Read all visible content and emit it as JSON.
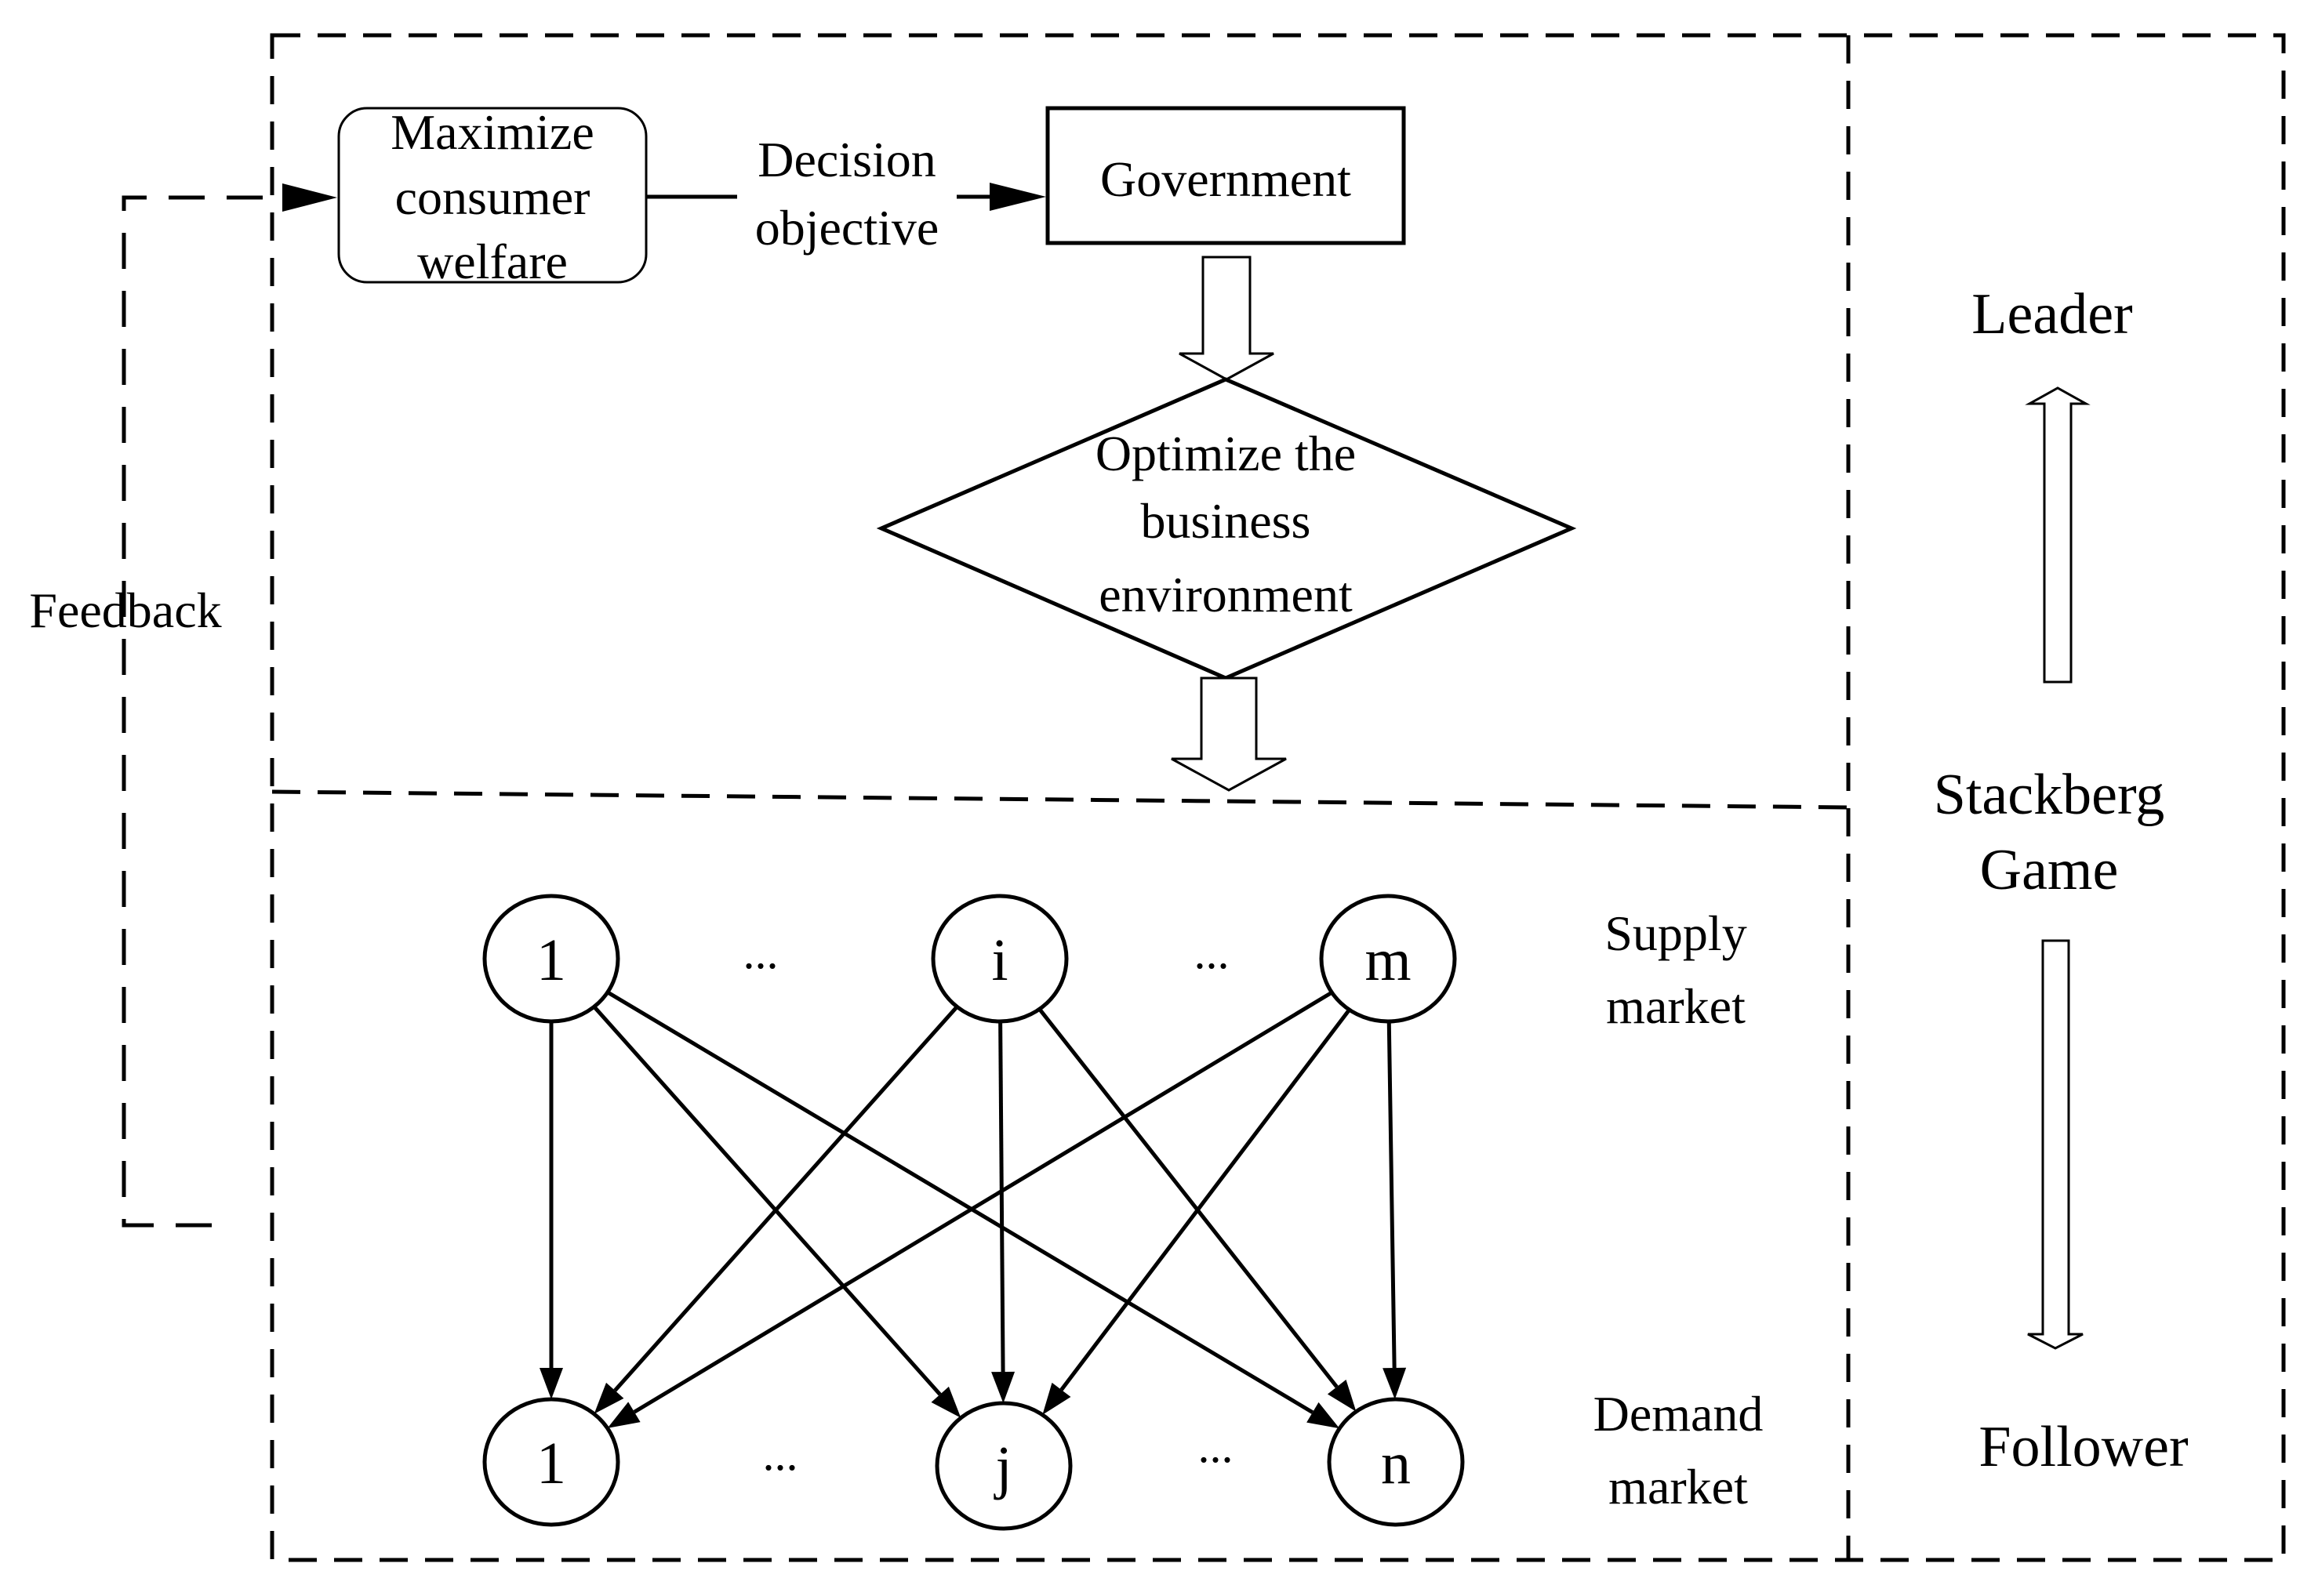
{
  "objective_box": {
    "lines": [
      "Maximize",
      "consumer",
      "welfare"
    ]
  },
  "decision_label": {
    "lines": [
      "Decision",
      "objective"
    ]
  },
  "government_box": {
    "label": "Government"
  },
  "optimize_diamond": {
    "lines": [
      "Optimize the",
      "business",
      "environment"
    ]
  },
  "feedback_label": "Feedback",
  "stackelberg": {
    "leader": "Leader",
    "title_lines": [
      "Stackberg",
      "Game"
    ],
    "follower": "Follower"
  },
  "supply_market": {
    "label_lines": [
      "Supply",
      "market"
    ],
    "nodes": [
      {
        "id": "s1",
        "label": "1"
      },
      {
        "id": "si",
        "label": "i"
      },
      {
        "id": "sm",
        "label": "m"
      }
    ],
    "ellipses": [
      "...",
      "..."
    ]
  },
  "demand_market": {
    "label_lines": [
      "Demand",
      "market"
    ],
    "nodes": [
      {
        "id": "d1",
        "label": "1"
      },
      {
        "id": "dj",
        "label": "j"
      },
      {
        "id": "dn",
        "label": "n"
      }
    ],
    "ellipses": [
      "...",
      "..."
    ]
  },
  "edges": [
    {
      "from": "s1",
      "to": "d1"
    },
    {
      "from": "s1",
      "to": "dj"
    },
    {
      "from": "s1",
      "to": "dn"
    },
    {
      "from": "si",
      "to": "d1"
    },
    {
      "from": "si",
      "to": "dj"
    },
    {
      "from": "si",
      "to": "dn"
    },
    {
      "from": "sm",
      "to": "d1"
    },
    {
      "from": "sm",
      "to": "dj"
    },
    {
      "from": "sm",
      "to": "dn"
    }
  ],
  "colors": {
    "stroke": "#000000",
    "background": "#ffffff"
  }
}
